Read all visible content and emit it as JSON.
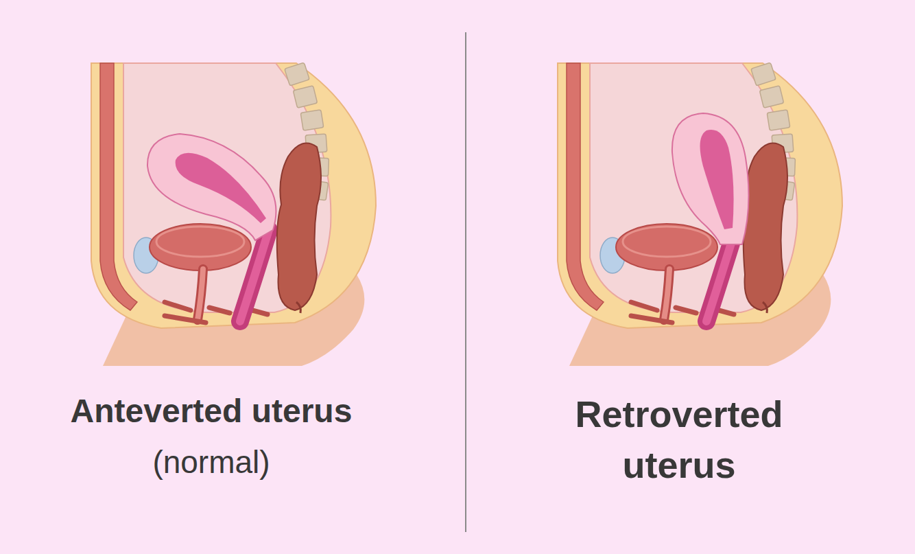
{
  "diagram": {
    "labels": [
      "Anteverted uterus",
      "(normal)",
      "Retroverted uterus"
    ]
  }
}
